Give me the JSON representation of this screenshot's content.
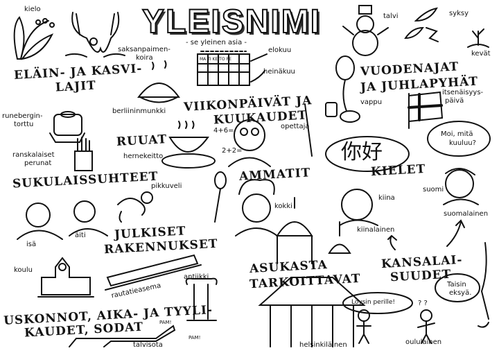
{
  "title": "YLEISNIMI",
  "subtitle": "- se yleinen asia -",
  "headings": {
    "animals": [
      "ELÄIN- JA KASVI-",
      "LAJIT"
    ],
    "weekdays": [
      "VIIKONPÄIVÄT JA",
      "KUUKAUDET"
    ],
    "foods": "RUUAT",
    "professions": "AMMATIT",
    "family": "SUKULAISSUHTEET",
    "buildings": [
      "JULKISET",
      "RAKENNUKSET"
    ],
    "residents": [
      "ASUKASTA",
      "TARKOITTAVAT"
    ],
    "nationalities": [
      "KANSALAI-",
      "SUUDET"
    ],
    "religions": [
      "USKONNOT, AIKA- JA TYYLI-",
      "KAUDET, SODAT"
    ],
    "seasons": [
      "VUODENAJAT",
      "JA JUHLAPYHÄT"
    ],
    "languages": "KIELET"
  },
  "labels": {
    "kielo": "kielo",
    "dog": [
      "saksanpaimen-",
      "koira"
    ],
    "elokuu": "elokuu",
    "heinakuu": "heinäkuu",
    "calendar_days": "MA TI KE TO PE",
    "berliininmunkki": "berliininmunkki",
    "runeberg": [
      "runebergin-",
      "torttu"
    ],
    "hernekeitto": "hernekeitto",
    "ranskalaiset": [
      "ranskalaiset",
      "perunat"
    ],
    "math1": "4+6=",
    "math2": "2+2=",
    "opettaja": "opettaja",
    "kokki": "kokki",
    "pikkuveli": "pikkuveli",
    "isa": "isä",
    "aiti": "äiti",
    "koulu": "koulu",
    "rautatieasema": "rautatieasema",
    "antiikki": "antiikki",
    "pam1": "PAM!",
    "pam2": "PAM!",
    "talvisota": "talvisota",
    "talvi": "talvi",
    "syksy": "syksy",
    "kevat": "kevät",
    "vappu": "vappu",
    "itsenaisyyspaiva": [
      "itsenäisyys-",
      "päivä"
    ],
    "nihao": "你好",
    "moi": [
      "Moi, mitä",
      "kuuluu?"
    ],
    "kiina": "kiina",
    "suomi": "suomi",
    "kiinalainen": "kiinalainen",
    "suomalainen": "suomalainen",
    "loysin": "Löysin perille!",
    "taisin": [
      "Taisin",
      "eksyä."
    ],
    "question": "? ?",
    "helsinkilainen": "helsinkiläinen",
    "oululainen": "oululainen"
  }
}
